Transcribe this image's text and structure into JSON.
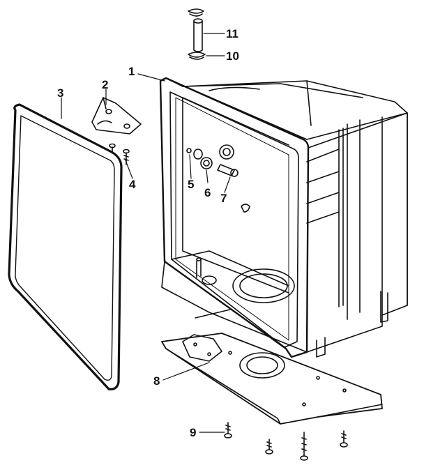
{
  "colors": {
    "ink": "#111111",
    "paper": "#ffffff"
  },
  "callouts": [
    {
      "id": "1",
      "label": "1"
    },
    {
      "id": "2",
      "label": "2"
    },
    {
      "id": "3",
      "label": "3"
    },
    {
      "id": "4",
      "label": "4"
    },
    {
      "id": "5",
      "label": "5"
    },
    {
      "id": "6",
      "label": "6"
    },
    {
      "id": "7",
      "label": "7"
    },
    {
      "id": "8",
      "label": "8"
    },
    {
      "id": "9",
      "label": "9"
    },
    {
      "id": "10",
      "label": "10"
    },
    {
      "id": "11",
      "label": "11"
    }
  ]
}
